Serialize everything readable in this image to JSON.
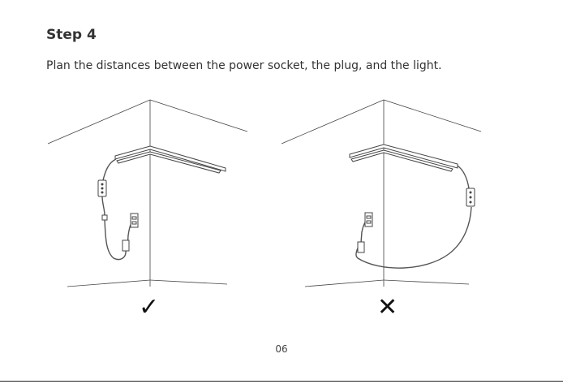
{
  "step": {
    "title": "Step 4"
  },
  "instruction": "Plan the distances between the power socket, the plug, and the light.",
  "marks": {
    "correct": "✓",
    "incorrect": "✕"
  },
  "page_number": "06"
}
